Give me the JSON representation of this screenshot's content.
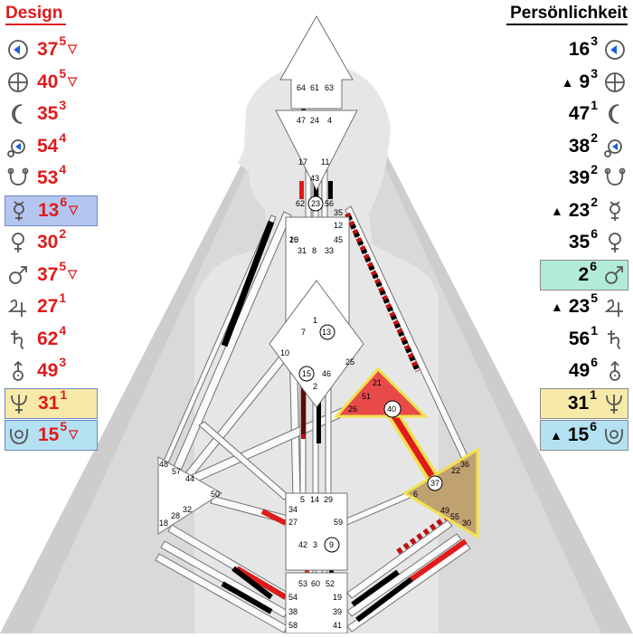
{
  "design": {
    "title": "Design",
    "rows": [
      {
        "planet": "sun-icon",
        "gate": "37",
        "line": "5",
        "tri": "▽",
        "hl": ""
      },
      {
        "planet": "earth-icon",
        "gate": "40",
        "line": "5",
        "tri": "▽",
        "hl": ""
      },
      {
        "planet": "moon-icon",
        "gate": "35",
        "line": "3",
        "tri": "",
        "hl": ""
      },
      {
        "planet": "north-node-icon",
        "gate": "54",
        "line": "4",
        "tri": "",
        "hl": ""
      },
      {
        "planet": "south-node-icon",
        "gate": "53",
        "line": "4",
        "tri": "",
        "hl": ""
      },
      {
        "planet": "mercury-icon",
        "gate": "13",
        "line": "6",
        "tri": "▽",
        "hl": "#b4c6f0"
      },
      {
        "planet": "venus-icon",
        "gate": "30",
        "line": "2",
        "tri": "",
        "hl": ""
      },
      {
        "planet": "mars-icon",
        "gate": "37",
        "line": "5",
        "tri": "▽",
        "hl": ""
      },
      {
        "planet": "jupiter-icon",
        "gate": "27",
        "line": "1",
        "tri": "",
        "hl": ""
      },
      {
        "planet": "saturn-icon",
        "gate": "62",
        "line": "4",
        "tri": "",
        "hl": ""
      },
      {
        "planet": "uranus-icon",
        "gate": "49",
        "line": "3",
        "tri": "",
        "hl": ""
      },
      {
        "planet": "neptune-icon",
        "gate": "31",
        "line": "1",
        "tri": "",
        "hl": "#f7e9a8"
      },
      {
        "planet": "pluto-icon",
        "gate": "15",
        "line": "5",
        "tri": "▽",
        "hl": "#b3e1f2"
      }
    ]
  },
  "personality": {
    "title": "Persönlichkeit",
    "rows": [
      {
        "planet": "sun-icon",
        "gate": "16",
        "line": "3",
        "arrow": "",
        "hl": ""
      },
      {
        "planet": "earth-icon",
        "gate": "9",
        "line": "3",
        "arrow": "▲",
        "hl": ""
      },
      {
        "planet": "moon-icon",
        "gate": "47",
        "line": "1",
        "arrow": "",
        "hl": ""
      },
      {
        "planet": "north-node-icon",
        "gate": "38",
        "line": "2",
        "arrow": "",
        "hl": ""
      },
      {
        "planet": "south-node-icon",
        "gate": "39",
        "line": "2",
        "arrow": "",
        "hl": ""
      },
      {
        "planet": "mercury-icon",
        "gate": "23",
        "line": "2",
        "arrow": "▲",
        "hl": ""
      },
      {
        "planet": "venus-icon",
        "gate": "35",
        "line": "6",
        "arrow": "",
        "hl": ""
      },
      {
        "planet": "mars-icon",
        "gate": "2",
        "line": "6",
        "arrow": "",
        "hl": "#b2ecd8"
      },
      {
        "planet": "jupiter-icon",
        "gate": "23",
        "line": "5",
        "arrow": "▲",
        "hl": ""
      },
      {
        "planet": "saturn-icon",
        "gate": "56",
        "line": "1",
        "arrow": "",
        "hl": ""
      },
      {
        "planet": "uranus-icon",
        "gate": "49",
        "line": "6",
        "arrow": "",
        "hl": ""
      },
      {
        "planet": "neptune-icon",
        "gate": "31",
        "line": "1",
        "arrow": "",
        "hl": "#f7e9a8"
      },
      {
        "planet": "pluto-icon",
        "gate": "15",
        "line": "6",
        "arrow": "▲",
        "hl": "#b3e1f2"
      }
    ]
  },
  "colors": {
    "design": "#e01b1b",
    "personality": "#000000",
    "defined_center_red": "#e84a4a",
    "defined_center_brown": "#c0a270",
    "center_border_yellow": "#f2e14c",
    "background_triangle": "#cccccc"
  },
  "gates": {
    "head": [
      "64",
      "61",
      "63"
    ],
    "ajna": [
      "47",
      "24",
      "4",
      "17",
      "43",
      "11"
    ],
    "throat": [
      "62",
      "23",
      "56",
      "16",
      "35",
      "12",
      "20",
      "45",
      "31",
      "8",
      "33"
    ],
    "g": [
      "1",
      "7",
      "13",
      "10",
      "25",
      "15",
      "46",
      "2"
    ],
    "ego": [
      "21",
      "51",
      "26",
      "40"
    ],
    "spleen": [
      "48",
      "57",
      "44",
      "50",
      "32",
      "28",
      "18"
    ],
    "sacral": [
      "5",
      "14",
      "29",
      "34",
      "27",
      "59",
      "42",
      "3",
      "9"
    ],
    "solar_plexus": [
      "36",
      "22",
      "37",
      "6",
      "49",
      "55",
      "30"
    ],
    "root": [
      "53",
      "60",
      "52",
      "54",
      "38",
      "58",
      "19",
      "39",
      "41"
    ]
  }
}
